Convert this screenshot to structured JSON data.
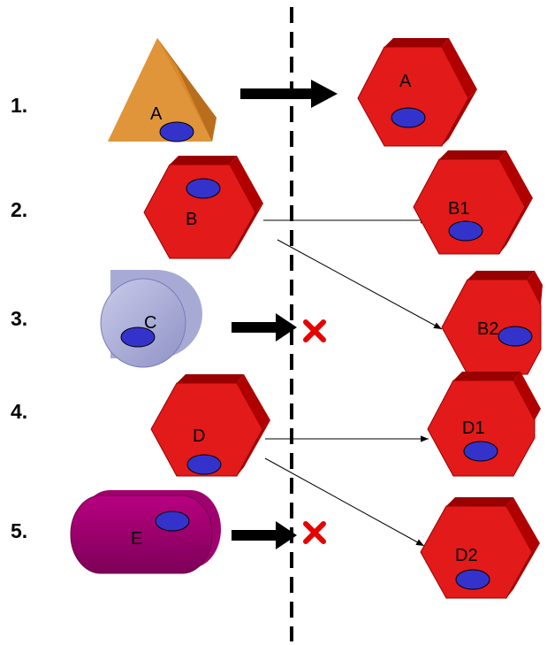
{
  "steps": [
    {
      "number": "1.",
      "source": "A",
      "results": [
        "A"
      ],
      "outcome": "pass"
    },
    {
      "number": "2.",
      "source": "B",
      "results": [
        "B1",
        "B2"
      ],
      "outcome": "split"
    },
    {
      "number": "3.",
      "source": "C",
      "results": [],
      "outcome": "blocked"
    },
    {
      "number": "4.",
      "source": "D",
      "results": [
        "D1",
        "D2"
      ],
      "outcome": "split"
    },
    {
      "number": "5.",
      "source": "E",
      "results": [],
      "outcome": "blocked"
    }
  ],
  "colors": {
    "hexagon": "#cc0000",
    "hexagon_dark": "#990000",
    "hexagon_light": "#e31a1a",
    "oval": "#3333cc",
    "triangle": "#d9882a",
    "triangle_dark": "#b86e1c",
    "cylinder": "#b5b7dd",
    "capsule": "#a0006e",
    "cross": "#e60000",
    "divider": "#000000"
  },
  "icons": {
    "blocked": "red-cross-icon"
  }
}
